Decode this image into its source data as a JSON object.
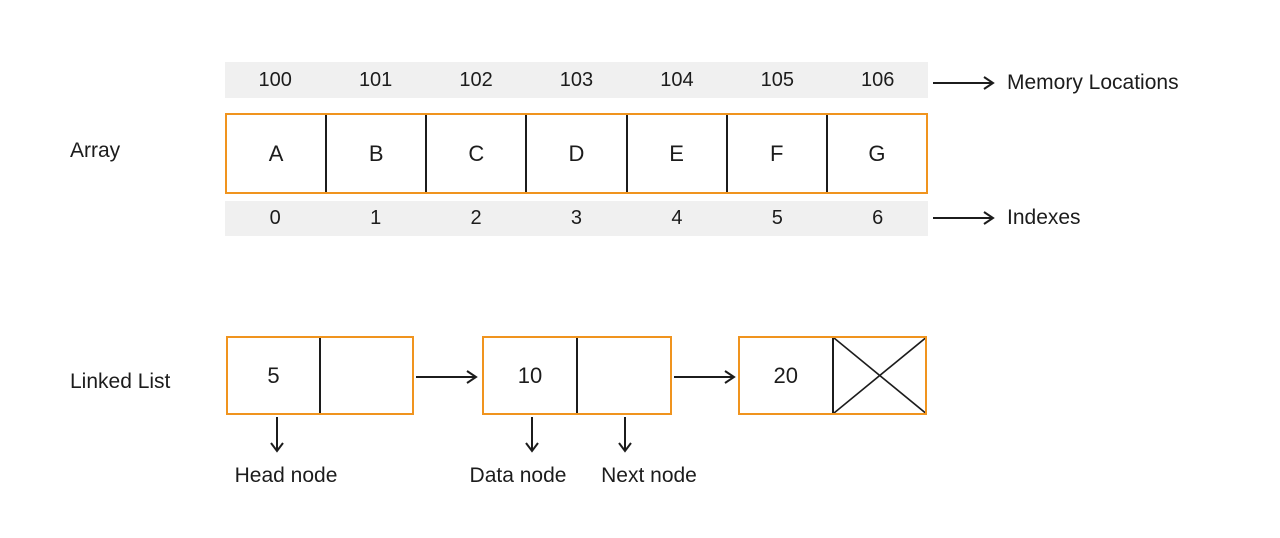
{
  "sections": {
    "array": {
      "label": "Array",
      "memory_locations": [
        "100",
        "101",
        "102",
        "103",
        "104",
        "105",
        "106"
      ],
      "values": [
        "A",
        "B",
        "C",
        "D",
        "E",
        "F",
        "G"
      ],
      "indexes": [
        "0",
        "1",
        "2",
        "3",
        "4",
        "5",
        "6"
      ],
      "memory_arrow_label": "Memory Locations",
      "index_arrow_label": "Indexes"
    },
    "linked_list": {
      "label": "Linked List",
      "nodes": [
        {
          "value": "5",
          "pointer": "next"
        },
        {
          "value": "10",
          "pointer": "next"
        },
        {
          "value": "20",
          "pointer": "null"
        }
      ],
      "annotations": {
        "head": "Head node",
        "data": "Data node",
        "next": "Next node"
      }
    }
  },
  "colors": {
    "accent_orange": "#F0941E",
    "band_gray": "#F0F0F0",
    "line_black": "#1C1C1C",
    "background": "#FFFFFF"
  }
}
